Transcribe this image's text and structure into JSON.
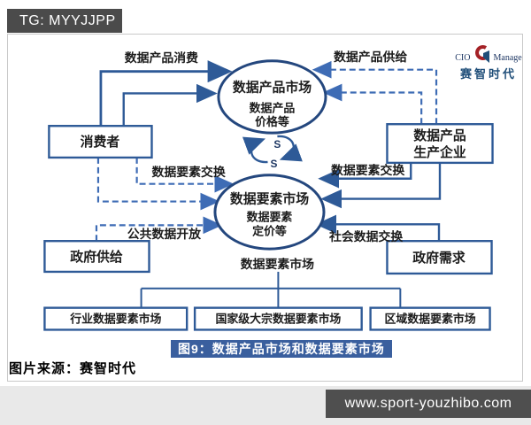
{
  "watermarks": {
    "top": "TG: MYYJJPP",
    "bottom": "www.sport-youzhibo.com"
  },
  "logo": {
    "cio": "CIO",
    "manage": "Manage",
    "brand": "赛智时代"
  },
  "diagram": {
    "product_market": {
      "title": "数据产品市场",
      "sub1": "数据产品",
      "sub2": "价格等"
    },
    "element_market": {
      "title": "数据要素市场",
      "sub1": "数据要素",
      "sub2": "定价等"
    },
    "nodes": {
      "consumer": "消费者",
      "producer_line1": "数据产品",
      "producer_line2": "生产企业",
      "gov_supply": "政府供给",
      "gov_demand": "政府需求"
    },
    "flows": {
      "product_consume": "数据产品消费",
      "product_supply": "数据产品供给",
      "element_exchange_left": "数据要素交换",
      "element_exchange_right": "数据要素交换",
      "public_data_open": "公共数据开放",
      "social_data_exchange": "社会数据交换"
    },
    "cycle": {
      "top": "S",
      "bottom": "S"
    },
    "tree": {
      "root": "数据要素市场",
      "children": [
        "行业数据要素市场",
        "国家级大宗数据要素市场",
        "区域数据要素市场"
      ]
    }
  },
  "caption": "图9：数据产品市场和数据要素市场",
  "source": "图片来源：赛智时代",
  "colors": {
    "solid_line": "#2e5a97",
    "dashed_line": "#3e6cb5",
    "ellipse_stroke": "#24477e",
    "caption_bg": "#3a5f9e",
    "badge_bg": "#4b4b4b",
    "logo_navy": "#1f3864",
    "logo_red": "#a42126"
  }
}
